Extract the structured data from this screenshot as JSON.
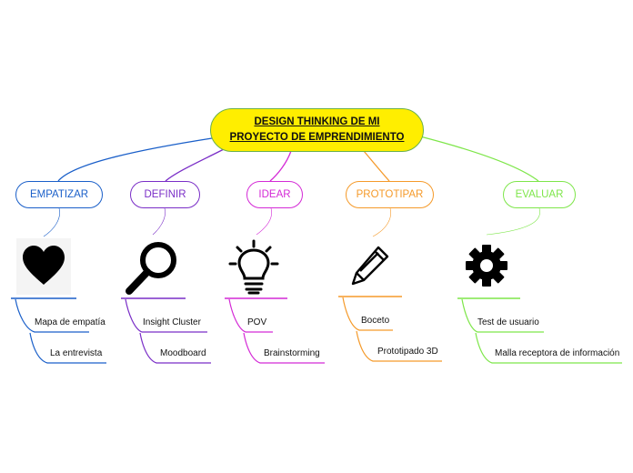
{
  "root": {
    "title_line1": "DESIGN THINKING DE MI",
    "title_line2": "PROYECTO DE EMPRENDIMIENTO",
    "color": "#ffee00"
  },
  "branches": [
    {
      "label": "EMPATIZAR",
      "color": "#1a5fc9",
      "icon": "heart-icon",
      "children": [
        "Mapa de empatía",
        "La entrevista"
      ]
    },
    {
      "label": "DEFINIR",
      "color": "#7a2ec7",
      "icon": "magnifier-icon",
      "children": [
        "Insight Cluster",
        "Moodboard"
      ]
    },
    {
      "label": "IDEAR",
      "color": "#d42ad6",
      "icon": "lightbulb-icon",
      "children": [
        "POV",
        "Brainstorming"
      ]
    },
    {
      "label": "PROTOTIPAR",
      "color": "#f59a2a",
      "icon": "pencil-icon",
      "children": [
        "Boceto",
        "Prototipado 3D"
      ]
    },
    {
      "label": "EVALUAR",
      "color": "#7ee64a",
      "icon": "gear-icon",
      "children": [
        "Test de usuario",
        "Malla receptora de información"
      ]
    }
  ]
}
